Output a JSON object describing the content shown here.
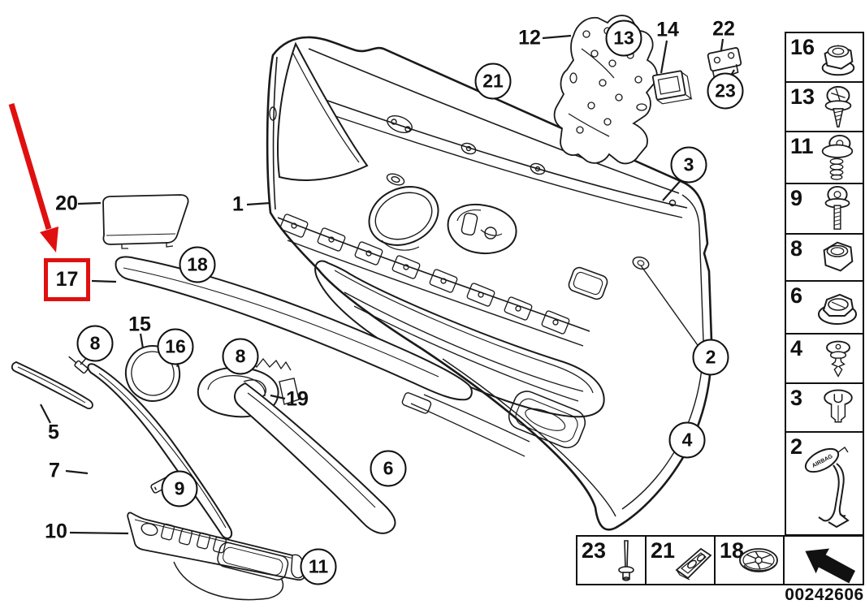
{
  "diagram": {
    "image_code": "00242606",
    "highlight": {
      "label": "17",
      "box_color": "#e01010",
      "arrow_icon": "red-highlight-arrow"
    },
    "plain_callouts": [
      {
        "label": "12"
      },
      {
        "label": "14"
      },
      {
        "label": "22"
      },
      {
        "label": "20"
      },
      {
        "label": "1"
      },
      {
        "label": "15"
      },
      {
        "label": "19"
      },
      {
        "label": "5"
      },
      {
        "label": "7"
      },
      {
        "label": "10"
      }
    ],
    "circled_callouts": [
      {
        "label": "13"
      },
      {
        "label": "23"
      },
      {
        "label": "21"
      },
      {
        "label": "3"
      },
      {
        "label": "18"
      },
      {
        "label": "8"
      },
      {
        "label": "16"
      },
      {
        "label": "8"
      },
      {
        "label": "9"
      },
      {
        "label": "6"
      },
      {
        "label": "11"
      },
      {
        "label": "2"
      },
      {
        "label": "4"
      }
    ],
    "sidebar_parts": [
      {
        "label": "16",
        "icon": "flange-lock-nut"
      },
      {
        "label": "13",
        "icon": "screw-with-washer"
      },
      {
        "label": "11",
        "icon": "screw-with-spring-washer"
      },
      {
        "label": "9",
        "icon": "long-screw-with-washer"
      },
      {
        "label": "8",
        "icon": "hex-nut"
      },
      {
        "label": "6",
        "icon": "flange-nut"
      },
      {
        "label": "4",
        "icon": "expanding-rivet"
      },
      {
        "label": "3",
        "icon": "expanding-nut"
      },
      {
        "label": "2",
        "icon": "airbag-emblem-bracket",
        "emblem_text": "AIRBAG"
      }
    ],
    "bottom_parts": [
      {
        "label": "23",
        "icon": "rivet-pin"
      },
      {
        "label": "21",
        "icon": "mounting-bracket"
      },
      {
        "label": "18",
        "icon": "spoked-retainer-clip"
      }
    ],
    "nav": {
      "icon": "back-arrow"
    }
  }
}
